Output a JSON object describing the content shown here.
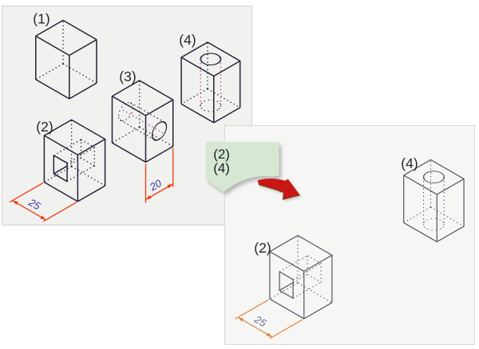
{
  "panel1": {
    "boxes": [
      {
        "label": "(1)"
      },
      {
        "label": "(2)",
        "dimension": "25"
      },
      {
        "label": "(3)",
        "dimension": "20"
      },
      {
        "label": "(4)"
      }
    ]
  },
  "panel2": {
    "callout": {
      "lines": [
        "(2)",
        "(4)"
      ]
    },
    "boxes": [
      {
        "label": "(4)"
      },
      {
        "label": "(2)",
        "dimension": "25"
      }
    ]
  },
  "colors": {
    "panel1_background": "#f1f1ef",
    "panel2_background": "#f6f6f4",
    "panel_border": "#d5d5d5",
    "visible_edge": "#232338",
    "hidden_edge": "#2b2b40",
    "cylinder_hidden_edge": "#b4469e",
    "dimension_line": "#ef3b10",
    "dimension_text": "#3c35ac",
    "copy_edge": "#514b5e",
    "copy_dimension_line": "#e2823f",
    "copy_dimension_text": "#716c9a",
    "callout_background": "#d6e8d4",
    "arrow_red": "#c91616"
  }
}
